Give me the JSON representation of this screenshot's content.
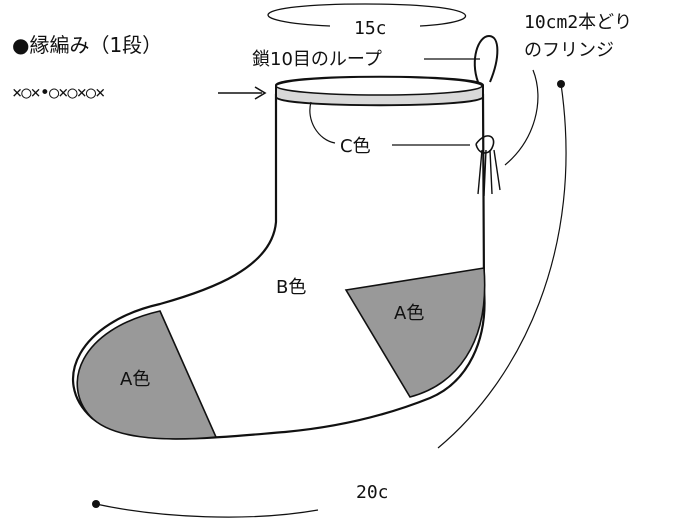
{
  "title": "●縁編み（1段）",
  "stitch_row": "×○×•○×○×○×",
  "labels": {
    "width_top": "15c",
    "loop": "鎖10目のループ",
    "fringe_line1": "10cm2本どり",
    "fringe_line2": "のフリンジ",
    "color_c": "C色",
    "color_b": "B色",
    "color_a_heel": "A色",
    "color_a_toe": "A色",
    "length_bottom": "20c"
  },
  "colors": {
    "outline": "#111111",
    "color_a_fill": "#999999",
    "cuff_fill": "#d9d9d9",
    "background": "#ffffff"
  }
}
